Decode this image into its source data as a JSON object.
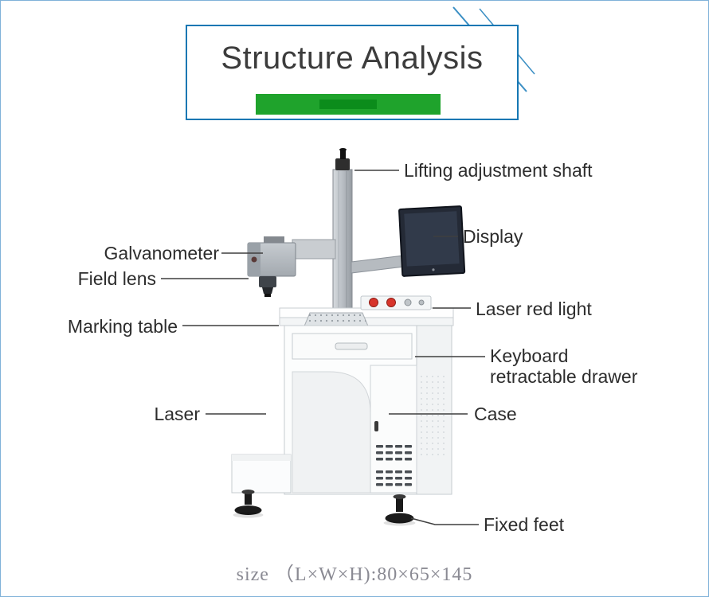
{
  "page": {
    "background": "#ffffff",
    "border_color": "#7fb2d9"
  },
  "header": {
    "title": "Structure Analysis",
    "box_border_color": "#1677b3",
    "underline_green": "#1fa32c",
    "underline_dark_green": "#0b8c1b",
    "corner_line_color": "#3b8fc4"
  },
  "labels": {
    "lifting_shaft": "Lifting adjustment shaft",
    "display": "Display",
    "galvanometer": "Galvanometer",
    "field_lens": "Field lens",
    "laser_red_light": "Laser red light",
    "marking_table": "Marking table",
    "keyboard_drawer": "Keyboard retractable drawer",
    "laser": "Laser",
    "case": "Case",
    "fixed_feet": "Fixed feet"
  },
  "footer": {
    "size_text": "size （L×W×H):80×65×145"
  },
  "colors": {
    "leader_line": "#3f3f3f",
    "label_text": "#2d2d2d",
    "machine_body": "#fbfcfd",
    "red_button": "#d7342b"
  }
}
